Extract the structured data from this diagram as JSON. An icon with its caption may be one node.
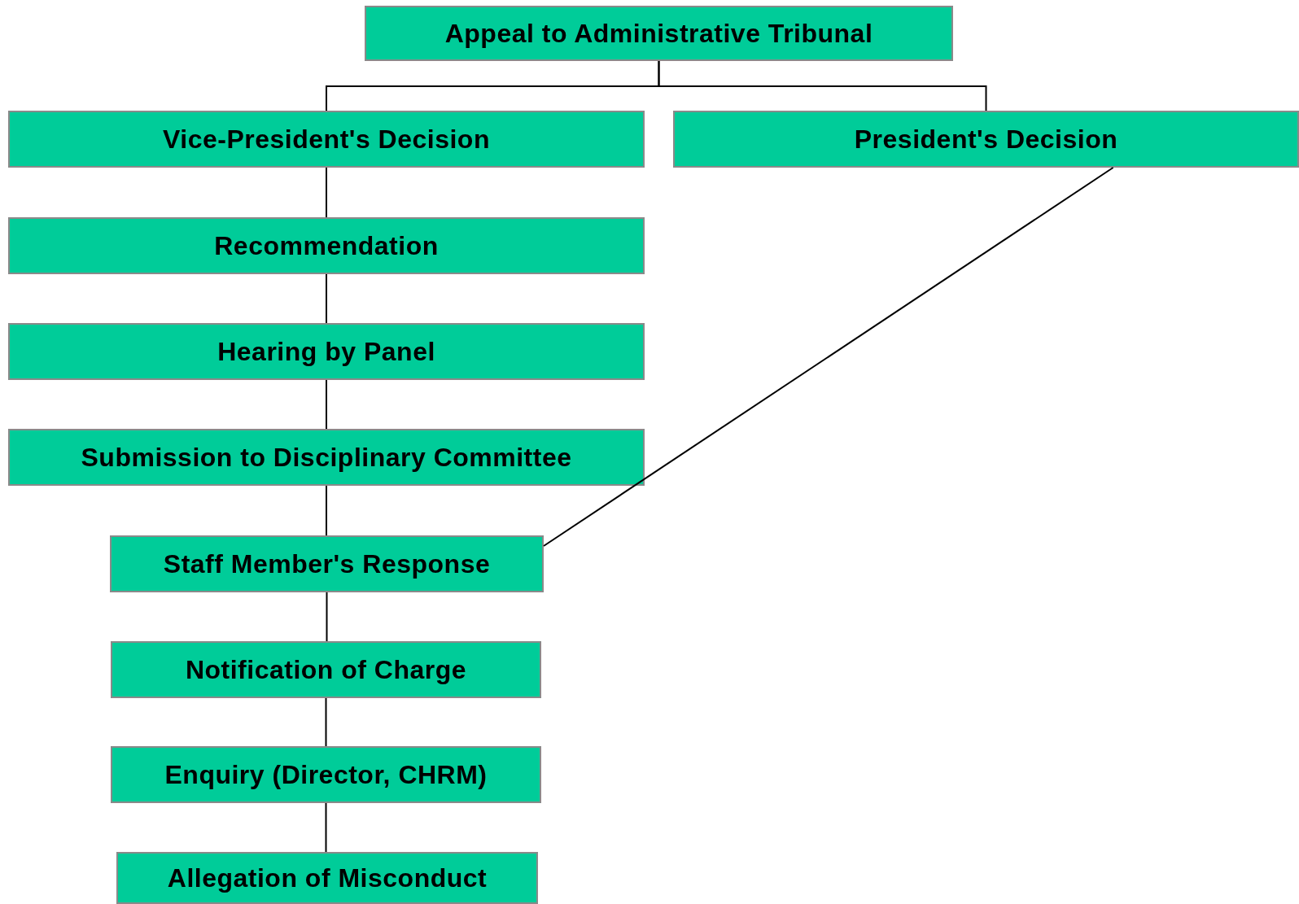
{
  "diagram": {
    "nodes": [
      {
        "text": [
          "Appeal to Administrative Tribunal"
        ]
      },
      {
        "text": [
          "Vice-President's Decision"
        ]
      },
      {
        "text": [
          "President's Decision"
        ]
      },
      {
        "text": [
          "Recommendation"
        ]
      },
      {
        "text": [
          "Hearing by Panel"
        ]
      },
      {
        "text": [
          "Submission to Disciplinary Committee"
        ]
      },
      {
        "text": [
          "Staff Member's Response"
        ]
      },
      {
        "text": [
          "Notification of Charge"
        ]
      },
      {
        "text": [
          "Enquiry (Director, CHRM)"
        ]
      },
      {
        "text": [
          "Allegation of Misconduct"
        ]
      }
    ],
    "edges": [
      {
        "from": 0,
        "to": 1,
        "arrow": "none"
      },
      {
        "from": 0,
        "to": 2,
        "arrow": "none"
      },
      {
        "from": 1,
        "to": 3,
        "arrow": "none"
      },
      {
        "from": 3,
        "to": 4,
        "arrow": "none"
      },
      {
        "from": 4,
        "to": 5,
        "arrow": "none"
      },
      {
        "from": 5,
        "to": 6,
        "arrow": "none"
      },
      {
        "from": 2,
        "to": 6,
        "arrow": "none"
      },
      {
        "from": 6,
        "to": 7,
        "arrow": "none"
      },
      {
        "from": 7,
        "to": 8,
        "arrow": "none"
      },
      {
        "from": 8,
        "to": 9,
        "arrow": "none"
      }
    ]
  }
}
